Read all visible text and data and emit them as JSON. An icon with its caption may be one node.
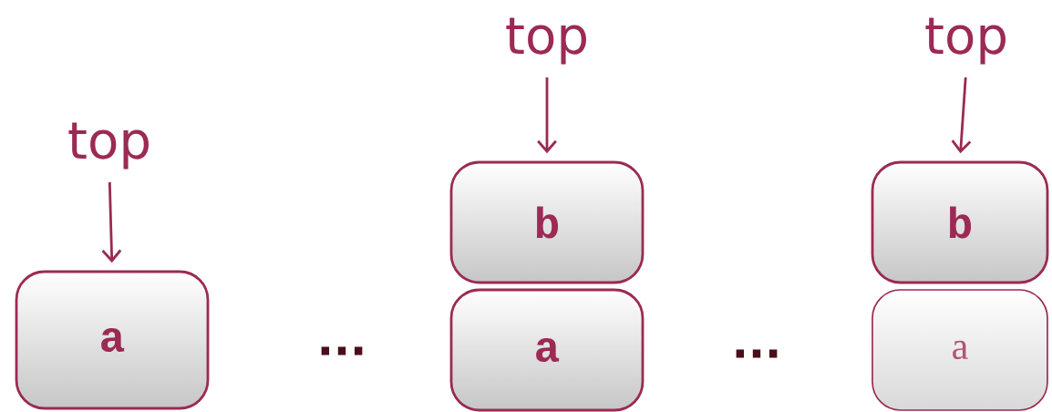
{
  "diagram": {
    "nodes": [
      {
        "text": [
          "top"
        ]
      },
      {
        "text": [
          "a"
        ]
      },
      {
        "text": [
          "top"
        ]
      },
      {
        "text": [
          "b"
        ]
      },
      {
        "text": [
          "a"
        ]
      },
      {
        "text": [
          "top"
        ]
      },
      {
        "text": [
          "b"
        ]
      },
      {
        "text": [
          "a"
        ]
      }
    ],
    "edges": [
      {
        "from": 0,
        "to": 1,
        "arrow": "to"
      },
      {
        "from": 2,
        "to": 3,
        "arrow": "to"
      },
      {
        "from": 5,
        "to": 6,
        "arrow": "to"
      }
    ],
    "labels": [
      "...",
      "..."
    ]
  }
}
